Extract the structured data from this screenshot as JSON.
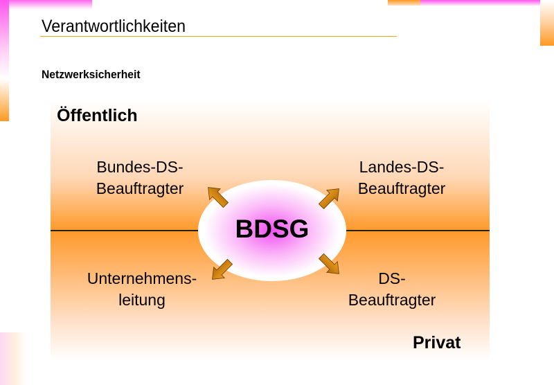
{
  "slide": {
    "title": "Verantwortlichkeiten",
    "subtitle": "Netzwerksicherheit"
  },
  "diagram": {
    "public_label": "Öffentlich",
    "private_label": "Privat",
    "center": "BDSG",
    "nodes": [
      {
        "line1": "Bundes-DS-",
        "line2": "Beauftragter"
      },
      {
        "line1": "Landes-DS-",
        "line2": "Beauftragter"
      },
      {
        "line1": "Unternehmens-",
        "line2": "leitung"
      },
      {
        "line1": "DS-",
        "line2": "Beauftragter"
      }
    ],
    "colors": {
      "accent": "#ff9a2a",
      "center": "#f050f0",
      "arrow": "#d88a10"
    }
  }
}
